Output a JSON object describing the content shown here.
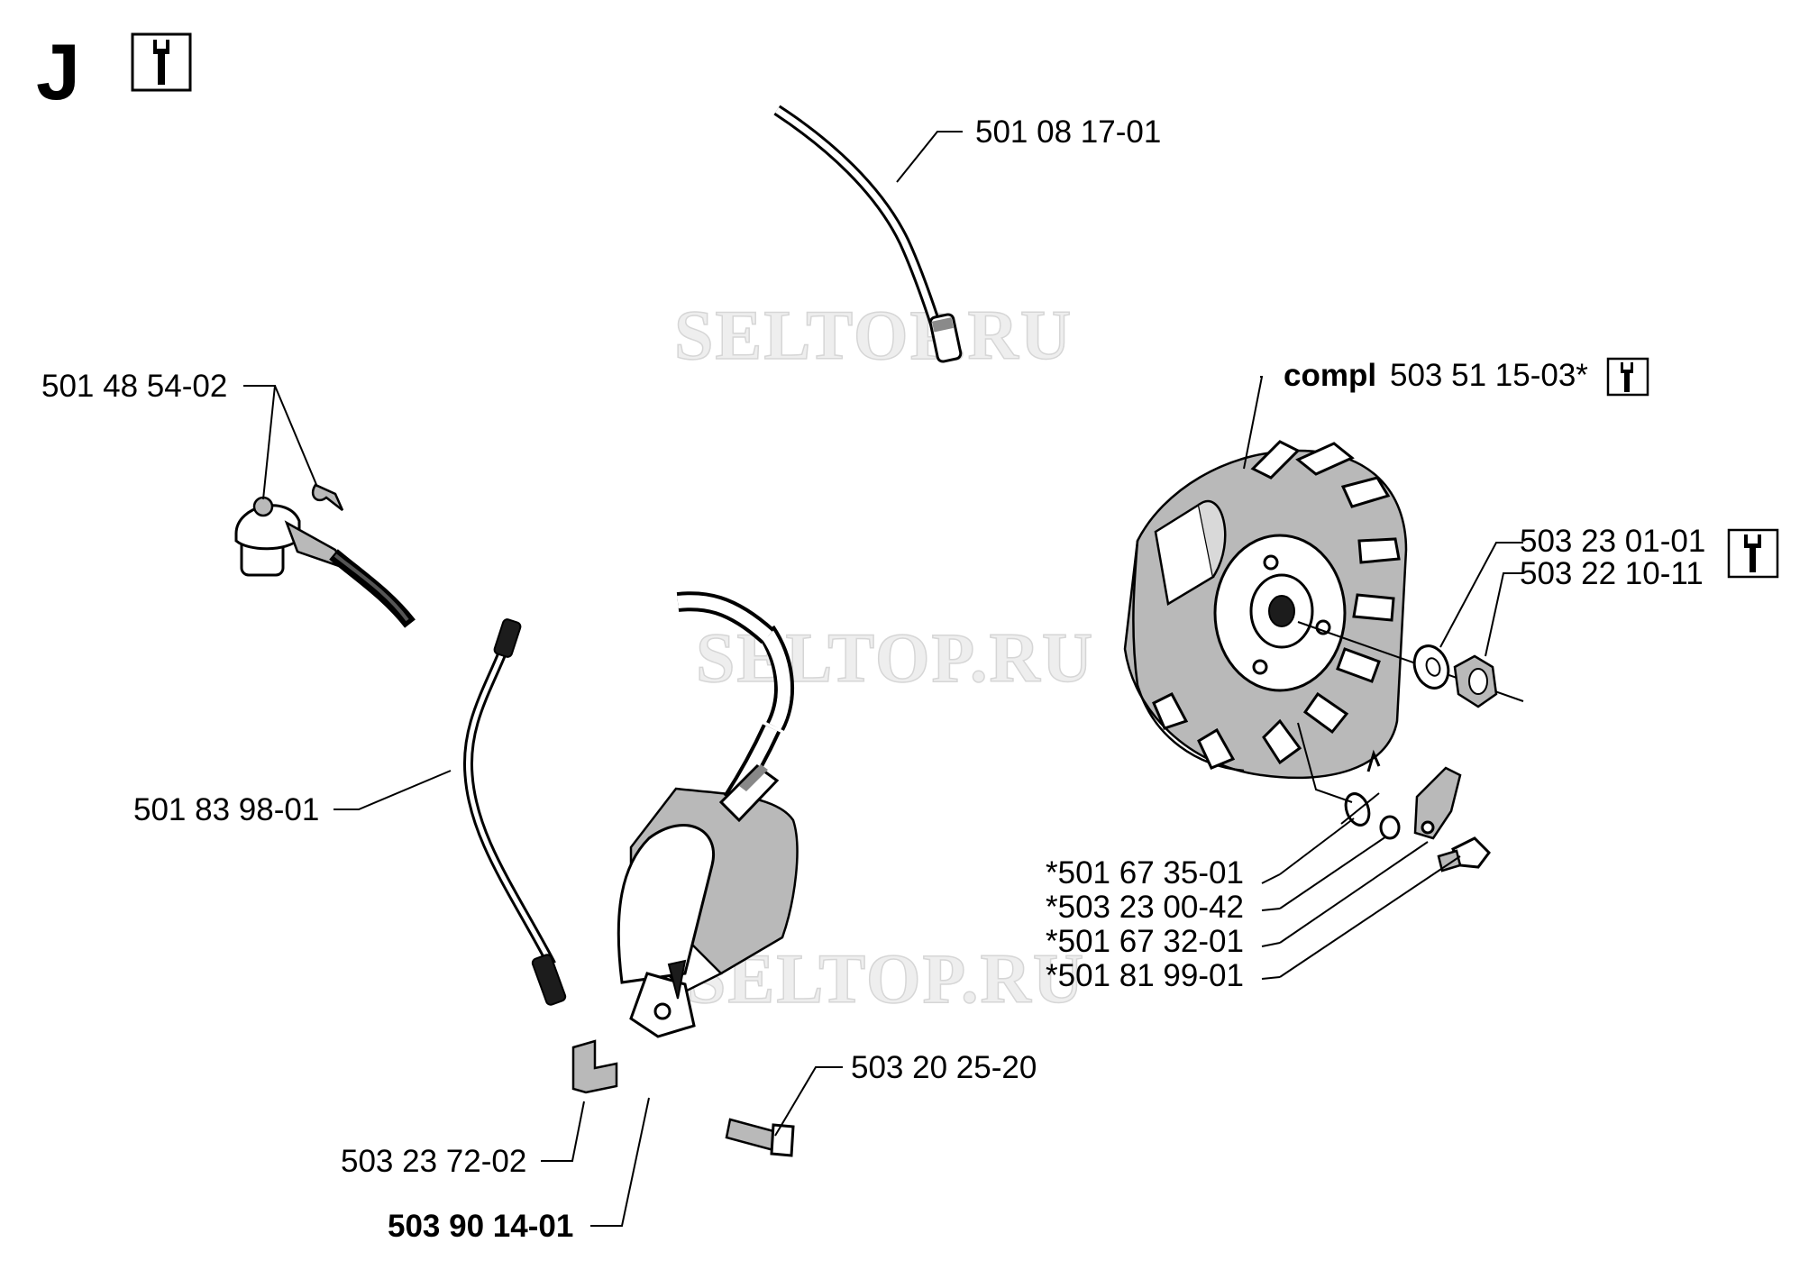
{
  "section": {
    "letter": "J"
  },
  "watermark": "SELTOP.RU",
  "labels": {
    "fuel_line": "501 08 17-01",
    "switch": "501 48 54-02",
    "short_circuit_cable": "501 83 98-01",
    "flywheel_prefix": "compl",
    "flywheel": "503 51 15-03*",
    "washer": "503 23 01-01",
    "nut": "503 22 10-11",
    "spring": "*501 67 35-01",
    "small_washer": "*503 23 00-42",
    "pawl": "*501 67 32-01",
    "pawl_screw": "*501 81 99-01",
    "coil_screw": "503 20 25-20",
    "spacer": "503 23 72-02",
    "ignition_module": "503 90 14-01"
  }
}
